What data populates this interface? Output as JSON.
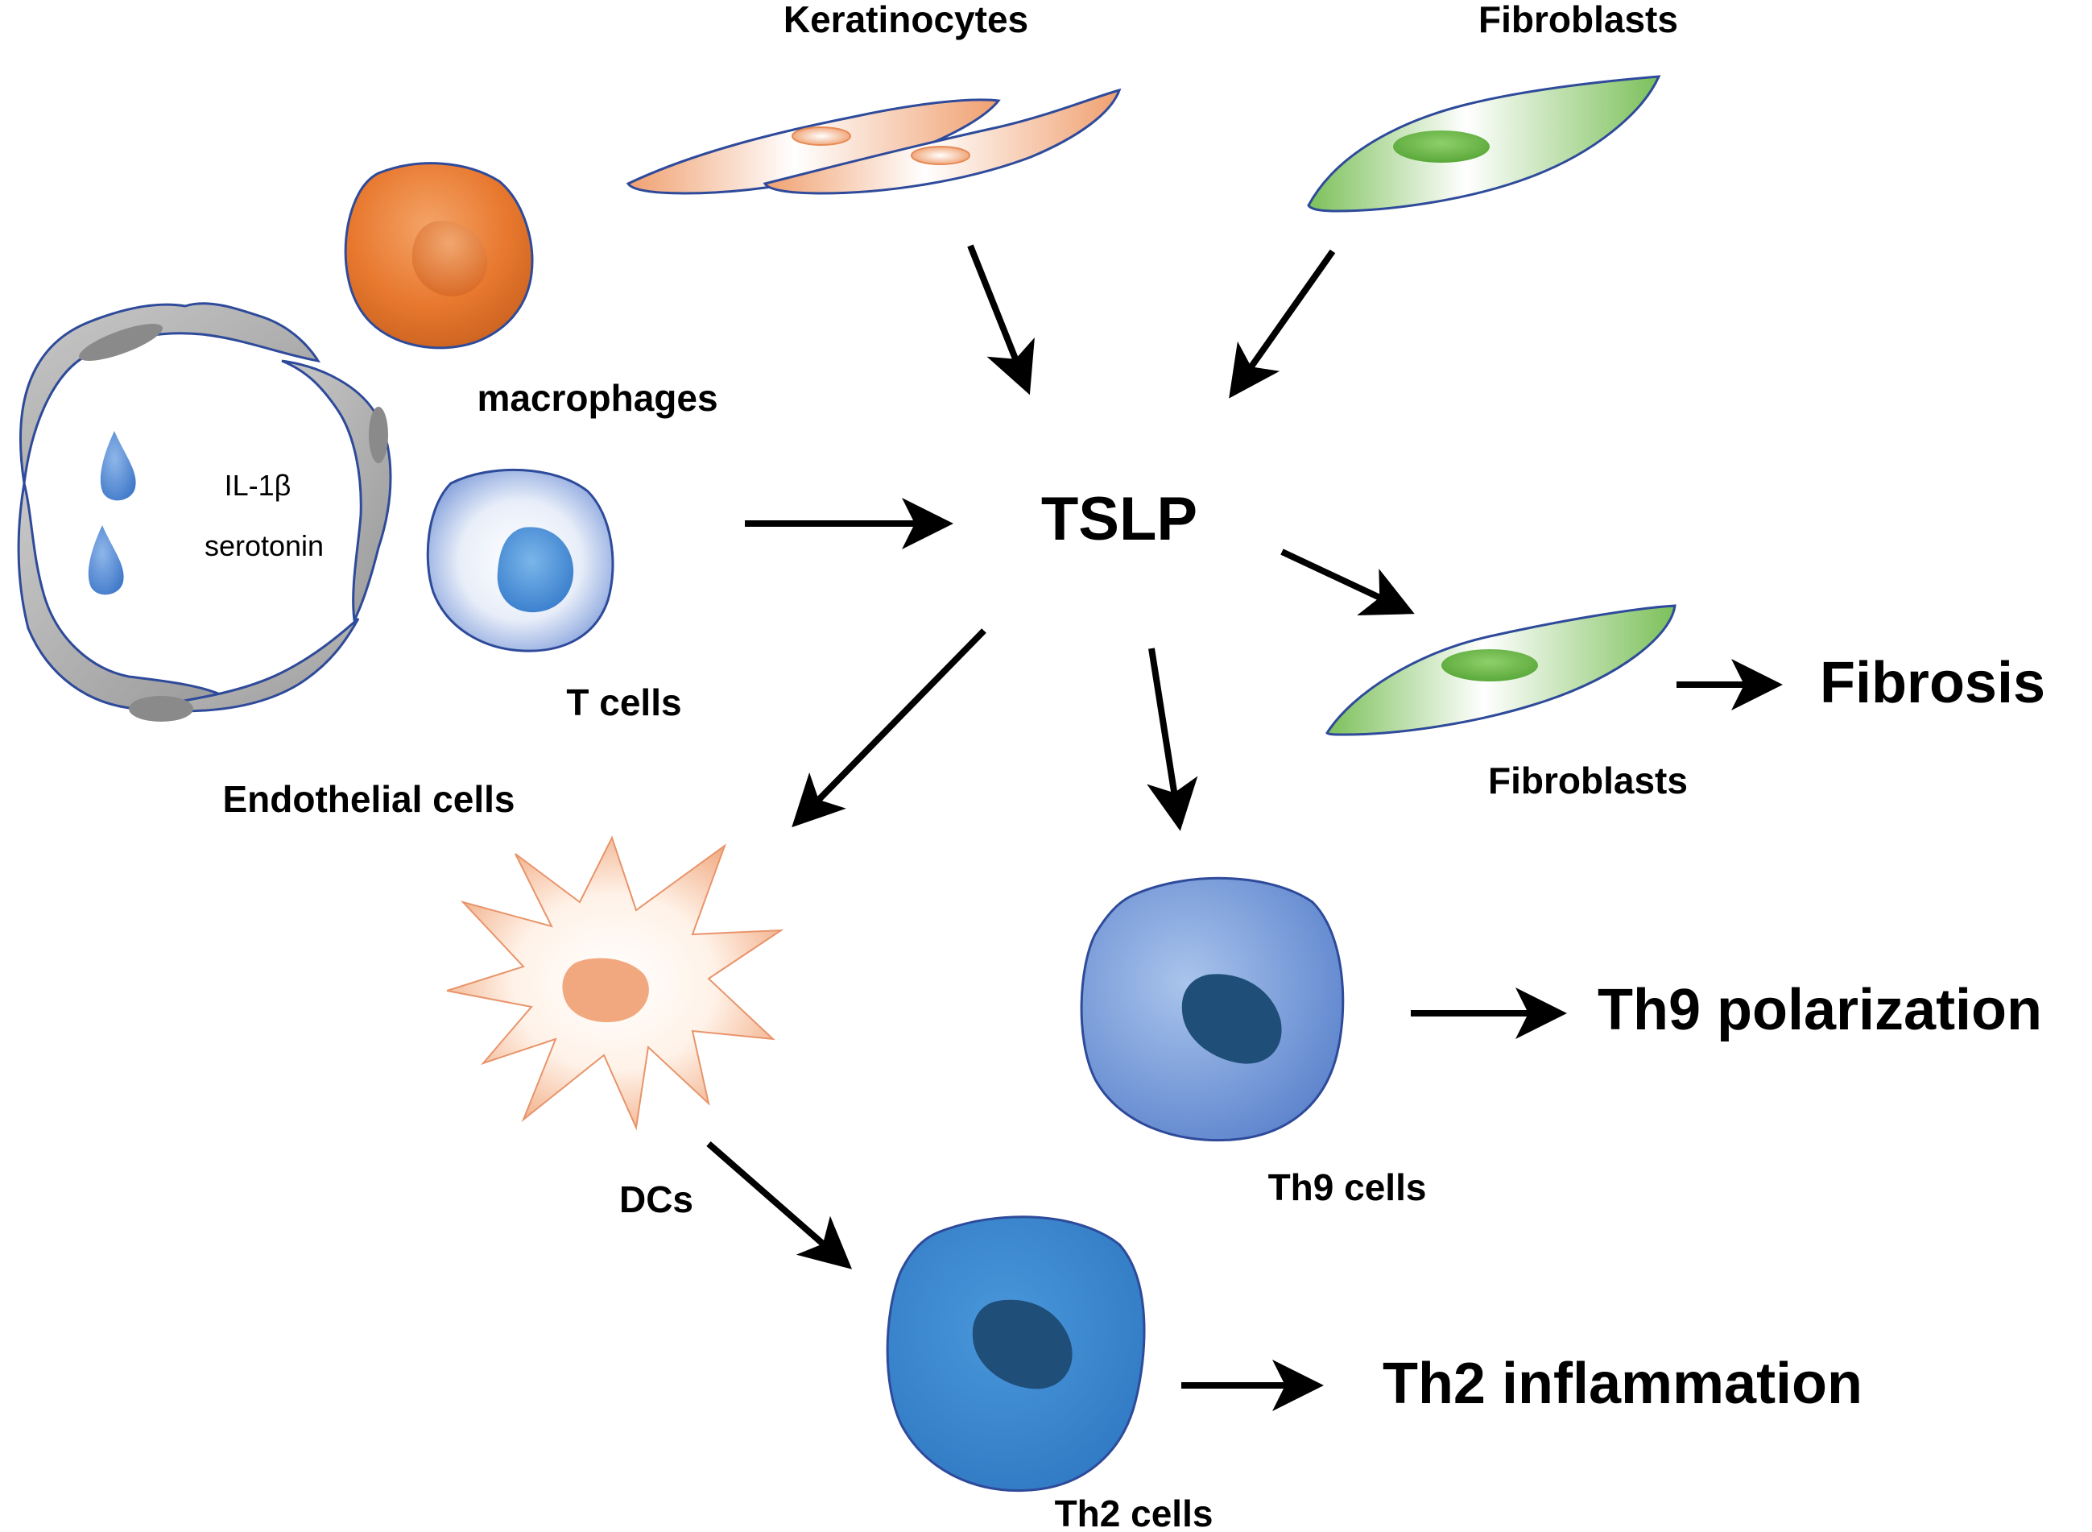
{
  "labels": {
    "keratinocytes": "Keratinocytes",
    "fibroblasts_top": "Fibroblasts",
    "macrophages": "macrophages",
    "t_cells": "T cells",
    "endothelial_cells": "Endothelial cells",
    "il1b": "IL-1β",
    "serotonin": "serotonin",
    "tslp": "TSLP",
    "fibroblasts_right": "Fibroblasts",
    "fibrosis": "Fibrosis",
    "dcs": "DCs",
    "th9_cells": "Th9 cells",
    "th9_polarization": "Th9 polarization",
    "th2_cells": "Th2 cells",
    "th2_inflammation": "Th2 inflammation"
  },
  "colors": {
    "keratinocyte": "#F0A070",
    "fibroblast": "#7CC05A",
    "macrophage": "#E8782E",
    "t_cell": "#4A90D9",
    "endothelial": "#A8A8A8",
    "dc": "#F2B08A",
    "th9": "#5B82CC",
    "th2": "#3A86CC",
    "nucleus_dark": "#1F4E79",
    "outline": "#2E4A9A",
    "arrow": "#000000"
  }
}
